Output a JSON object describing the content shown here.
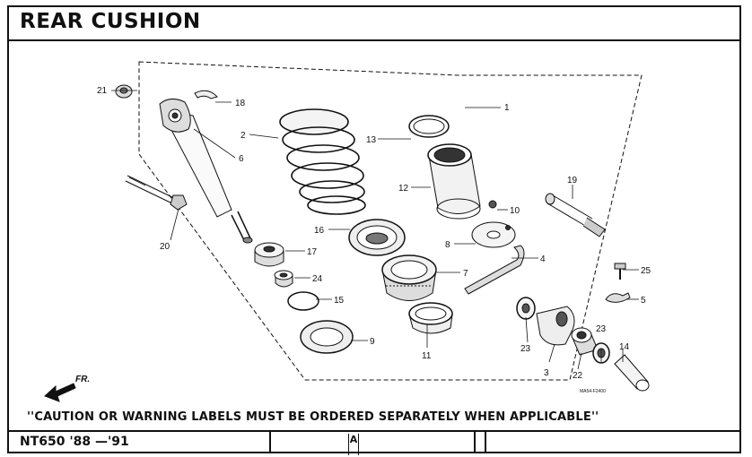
{
  "title": "REAR CUSHION",
  "caution": "''CAUTION OR WARNING LABELS MUST BE ORDERED SEPARATELY WHEN APPLICABLE''",
  "footer": {
    "model": "NT650 '88 —'91",
    "block_letter": "A"
  },
  "diagram": {
    "front_indicator": "FR.",
    "ref_code": "MA54-F2400",
    "callouts": [
      "1",
      "2",
      "3",
      "4",
      "5",
      "6",
      "7",
      "8",
      "9",
      "10",
      "11",
      "12",
      "13",
      "14",
      "15",
      "16",
      "17",
      "18",
      "19",
      "20",
      "21",
      "22",
      "23",
      "23",
      "24",
      "25"
    ]
  }
}
